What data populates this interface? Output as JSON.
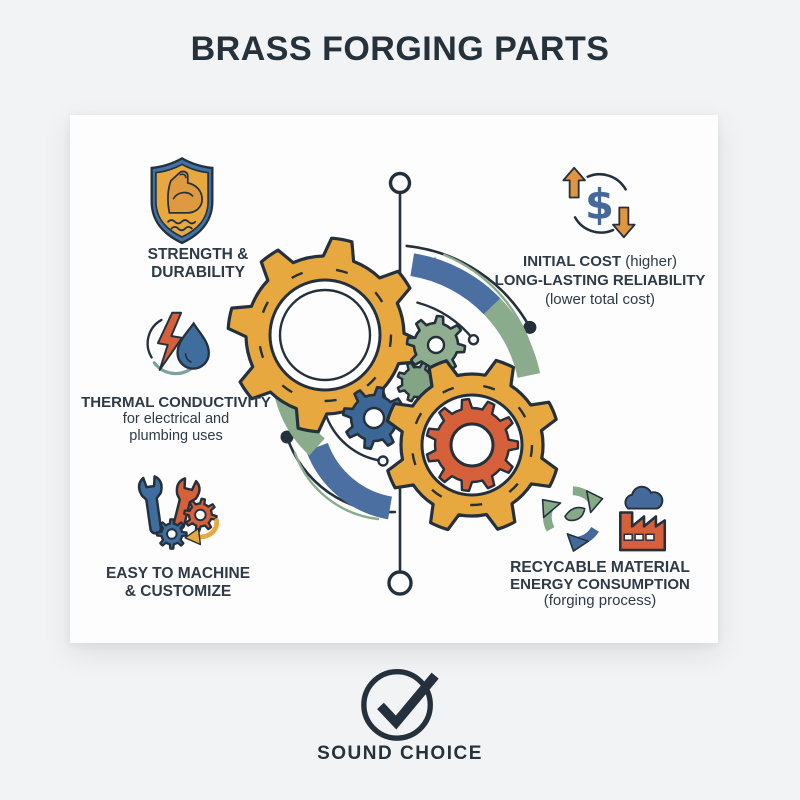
{
  "title": "BRASS FORGING PARTS",
  "colors": {
    "background": "#f1f3f4",
    "card": "#fdfdfe",
    "ink": "#24313c",
    "text": "#2e3a45",
    "gold": "#e7a93f",
    "blue": "#3c6695",
    "sage": "#8fae90",
    "rust": "#d5603a",
    "band_blue": "#4a6fa0",
    "band_green": "#8bab8d",
    "teal": "#7aa39b",
    "arrow_orange": "#e09540"
  },
  "features": {
    "strength": {
      "icon": "shield-muscle-icon",
      "line1": "STRENGTH &",
      "line2": "DURABILITY"
    },
    "thermal": {
      "icon": "lightning-waterdrop-icon",
      "line1": "THERMAL CONDUCTIVITY",
      "line2": "for electrical and",
      "line3": "plumbing uses"
    },
    "machining": {
      "icon": "wrench-gears-icon",
      "line1": "EASY TO MACHINE",
      "line2": "& CUSTOMIZE"
    },
    "cost": {
      "icon": "dollar-cycle-icon",
      "currency_symbol": "$",
      "line1_bold": "INITIAL COST",
      "line1_rest": " (higher)",
      "line2": "LONG-LASTING RELIABILITY",
      "line3": "(lower total cost)"
    },
    "sustainability": {
      "icon": "recycle-factory-icon",
      "line1": "RECYCABLE MATERIAL",
      "line2": "ENERGY CONSUMPTION",
      "line3": "(forging process)"
    }
  },
  "footer": {
    "icon": "checkmark-circle-icon",
    "label": "SOUND CHOICE"
  }
}
